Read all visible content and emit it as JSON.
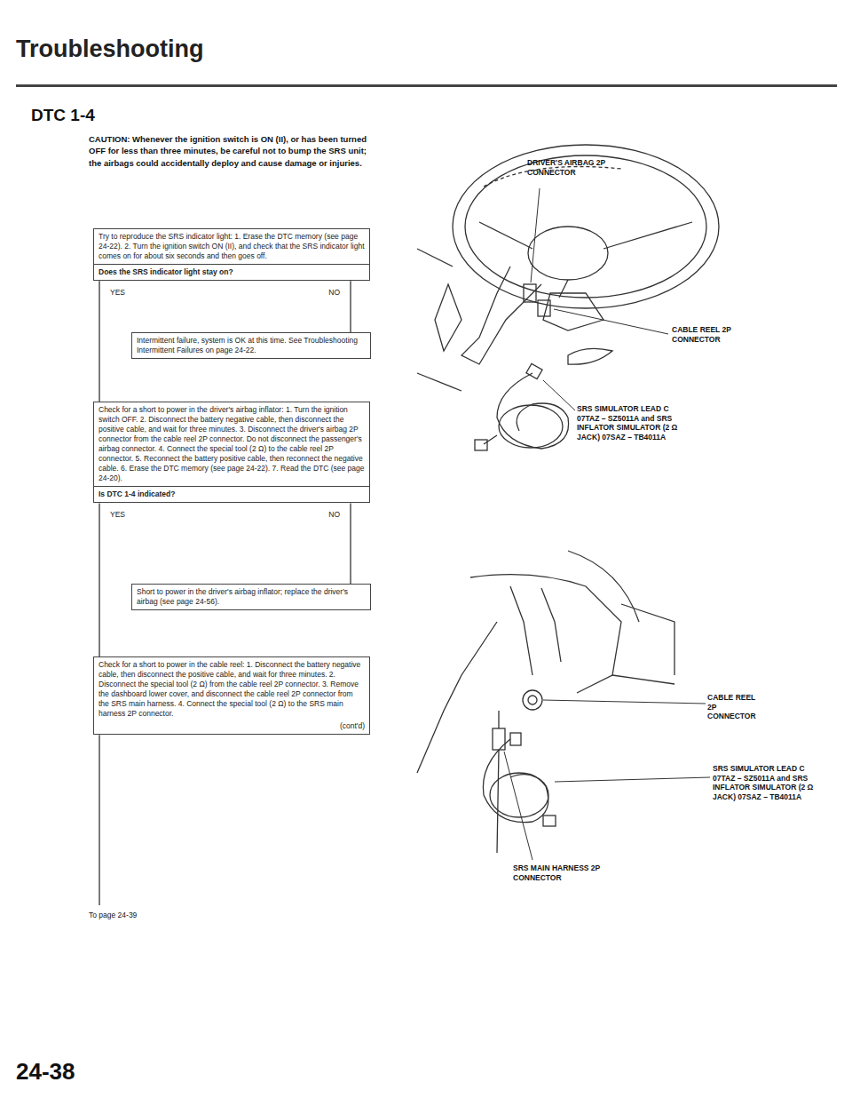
{
  "diagram": {
    "title": "Troubleshooting",
    "nodes": [
      {
        "text": [
          "Try to reproduce the SRS indicator light: 1. Erase the DTC memory (see page 24-22). 2. Turn the ignition switch ON (II), and check that the SRS indicator light comes on for about six seconds and then goes off.",
          "Does the SRS indicator light stay on?"
        ]
      },
      {
        "text": [
          "Intermittent failure, system is OK at this time. See Troubleshooting Intermittent Failures on page 24-22."
        ]
      },
      {
        "text": [
          "Check for a short to power in the driver's airbag inflator: 1. Turn the ignition switch OFF. 2. Disconnect the battery negative cable, then disconnect the positive cable, and wait for three minutes. 3. Disconnect the driver's airbag 2P connector from the cable reel 2P connector. Do not disconnect the passenger's airbag connector. 4. Connect the special tool (2 Ω) to the cable reel 2P connector. 5. Reconnect the battery positive cable, then reconnect the negative cable. 6. Erase the DTC memory (see page 24-22). 7. Read the DTC (see page 24-20).",
          "Is DTC 1-4 indicated?"
        ]
      },
      {
        "text": [
          "Short to power in the driver's airbag inflator; replace the driver's airbag (see page 24-56)."
        ]
      },
      {
        "text": [
          "Check for a short to power in the cable reel: 1. Disconnect the battery negative cable, then disconnect the positive cable, and wait for three minutes. 2. Disconnect the special tool (2 Ω) from the cable reel 2P connector. 3. Remove the dashboard lower cover, and disconnect the cable reel 2P connector from the SRS main harness. 4. Connect the special tool (2 Ω) to the SRS main harness 2P connector.",
          "(cont'd)"
        ]
      }
    ],
    "edges": [
      {
        "from": 0,
        "to": 2,
        "label": "YES",
        "arrow": "none"
      },
      {
        "from": 0,
        "to": 1,
        "label": "NO",
        "arrow": "none"
      },
      {
        "from": 2,
        "to": 4,
        "label": "YES",
        "arrow": "none"
      },
      {
        "from": 2,
        "to": 3,
        "label": "NO",
        "arrow": "none"
      }
    ],
    "labels": [
      "DTC 1-4",
      "CAUTION: Whenever the ignition switch is ON (II), or has been turned OFF for less than three minutes, be careful not to bump the SRS unit; the airbags could accidentally deploy and cause damage or injuries.",
      "DRIVER'S AIRBAG 2P CONNECTOR",
      "CABLE REEL 2P CONNECTOR",
      "SRS SIMULATOR LEAD C 07TAZ – SZ5011A and SRS INFLATOR SIMULATOR (2 Ω JACK) 07SAZ – TB4011A",
      "CABLE REEL 2P CONNECTOR",
      "SRS SIMULATOR LEAD C 07TAZ – SZ5011A and SRS INFLATOR SIMULATOR (2 Ω JACK) 07SAZ – TB4011A",
      "SRS MAIN HARNESS 2P CONNECTOR",
      "To page 24-39",
      "24-38"
    ]
  }
}
